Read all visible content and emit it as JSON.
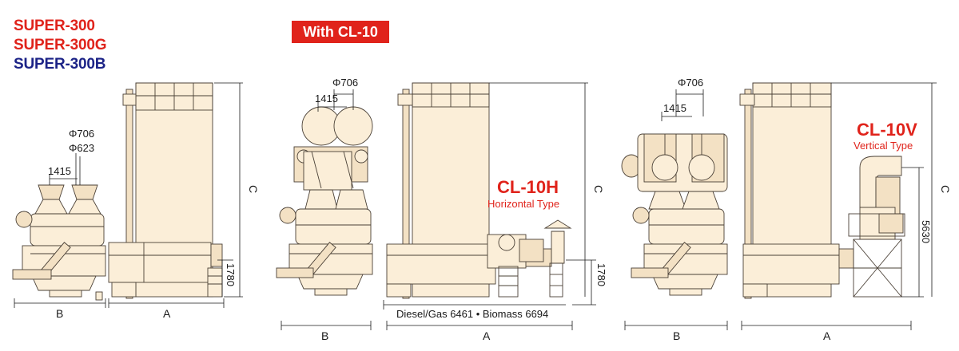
{
  "titles": {
    "super300": "SUPER-300",
    "super300g": "SUPER-300G",
    "super300b": "SUPER-300B"
  },
  "badge": "With CL-10",
  "labels": {
    "phi706": "Φ706",
    "phi623": "Φ623",
    "d1415": "1415",
    "d1780": "1780",
    "d5630": "5630",
    "A": "A",
    "B": "B",
    "C": "C",
    "cl10h": "CL-10H",
    "horizontal": "Horizontal Type",
    "cl10v": "CL-10V",
    "vertical": "Vertical Type",
    "fuel": "Diesel/Gas 6461 • Biomass 6694"
  },
  "colors": {
    "red": "#e0231b",
    "blue": "#1c2387",
    "machine": "#fbeed8"
  },
  "icons": [
    "dryer-machine-diagram"
  ]
}
